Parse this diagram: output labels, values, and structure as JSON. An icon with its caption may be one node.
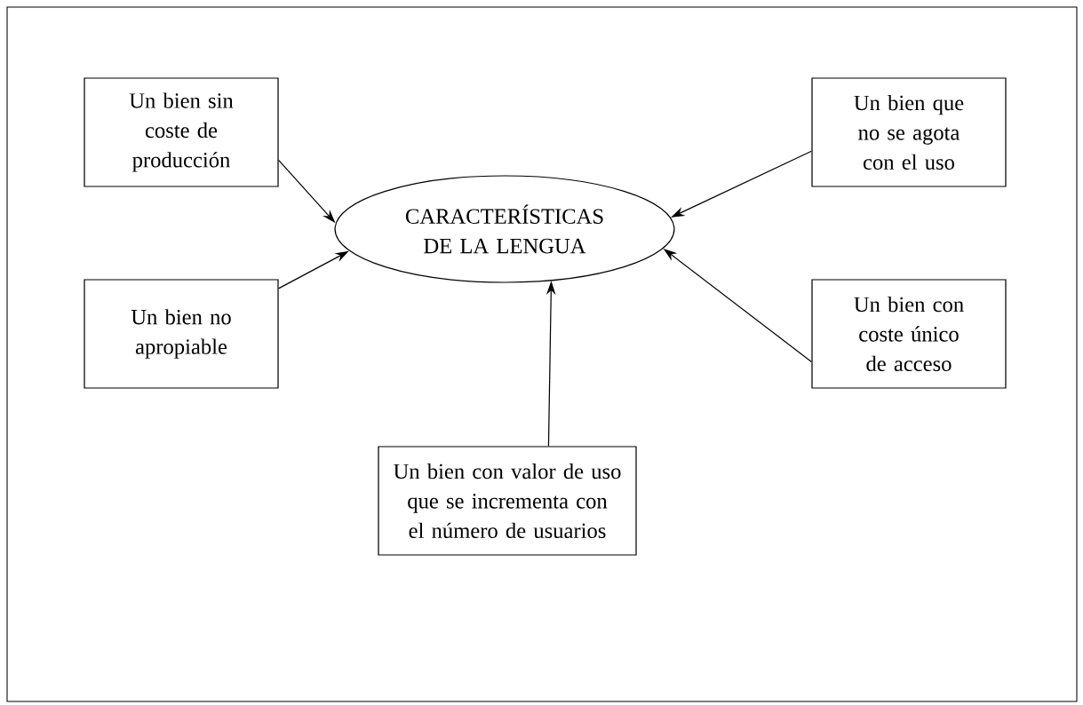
{
  "diagram": {
    "nodes": [
      {
        "text": [
          "CARACTERÍSTICAS DE LA LENGUA"
        ]
      },
      {
        "text": [
          "Un bien sin coste de producción"
        ]
      },
      {
        "text": [
          "Un bien no apropiable"
        ]
      },
      {
        "text": [
          "Un bien que no se agota con el uso"
        ]
      },
      {
        "text": [
          "Un bien con coste único de acceso"
        ]
      },
      {
        "text": [
          "Un bien con valor de uso que se incrementa con el número de usuarios"
        ]
      }
    ],
    "edges": [
      {
        "from": 1,
        "to": 0,
        "arrow": "to"
      },
      {
        "from": 2,
        "to": 0,
        "arrow": "to"
      },
      {
        "from": 3,
        "to": 0,
        "arrow": "to"
      },
      {
        "from": 4,
        "to": 0,
        "arrow": "to"
      },
      {
        "from": 5,
        "to": 0,
        "arrow": "to"
      }
    ]
  }
}
